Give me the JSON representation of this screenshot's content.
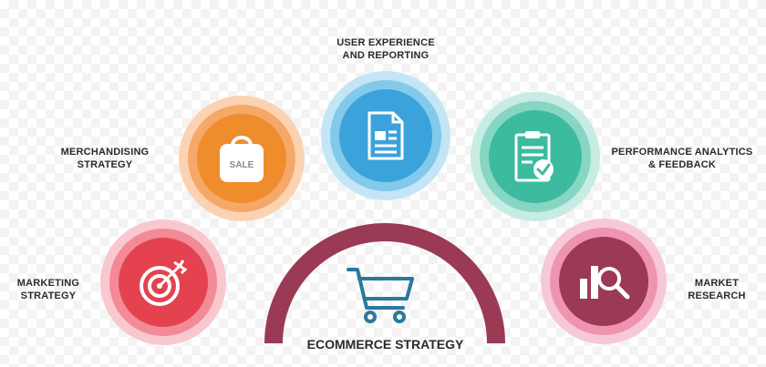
{
  "center": {
    "title": "ECOMMERCE STRATEGY",
    "icon": "shopping-cart-icon",
    "arch_color": "#9b3a55",
    "cart_color": "#2a7a9c"
  },
  "nodes": {
    "merchandising": {
      "label_line1": "MERCHANDISING",
      "label_line2": "STRATEGY",
      "icon": "shopping-bag-icon",
      "icon_text": "SALE",
      "outer": "#fbd3b3",
      "mid": "#f6a869",
      "core": "#ef8c2c"
    },
    "user_experience": {
      "label_line1": "USER EXPERIENCE",
      "label_line2": "AND REPORTING",
      "icon": "document-icon",
      "outer": "#c3e5f5",
      "mid": "#82c9ec",
      "core": "#3ba2db"
    },
    "performance": {
      "label_line1": "PERFORMANCE ANALYTICS",
      "label_line2": "& FEEDBACK",
      "icon": "clipboard-check-icon",
      "outer": "#c7ece3",
      "mid": "#86d6c3",
      "core": "#3dbb9f"
    },
    "marketing": {
      "label_line1": "MARKETING",
      "label_line2": "STRATEGY",
      "icon": "target-icon",
      "outer": "#f9c8cf",
      "mid": "#f28b96",
      "core": "#e5424f"
    },
    "market_research": {
      "label_line1": "MARKET",
      "label_line2": "RESEARCH",
      "icon": "chart-magnifier-icon",
      "outer": "#f7c8d7",
      "mid": "#ef94b0",
      "core": "#9c3a56"
    }
  }
}
